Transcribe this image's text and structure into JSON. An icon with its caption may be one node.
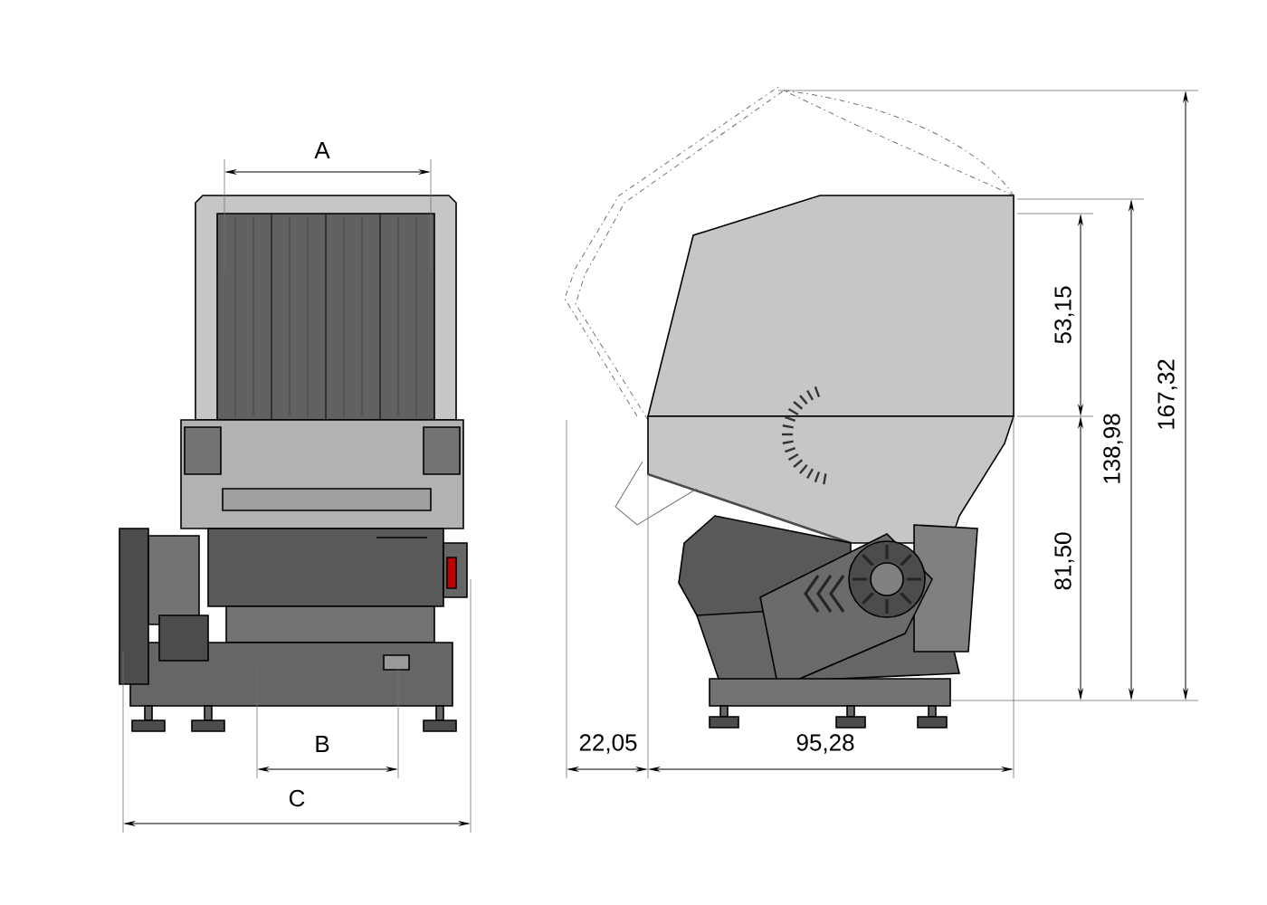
{
  "diagram": {
    "labels": [
      "A",
      "53,15",
      "167,32",
      "138,98",
      "81,50",
      "B",
      "22,05",
      "95,28",
      "C"
    ]
  }
}
